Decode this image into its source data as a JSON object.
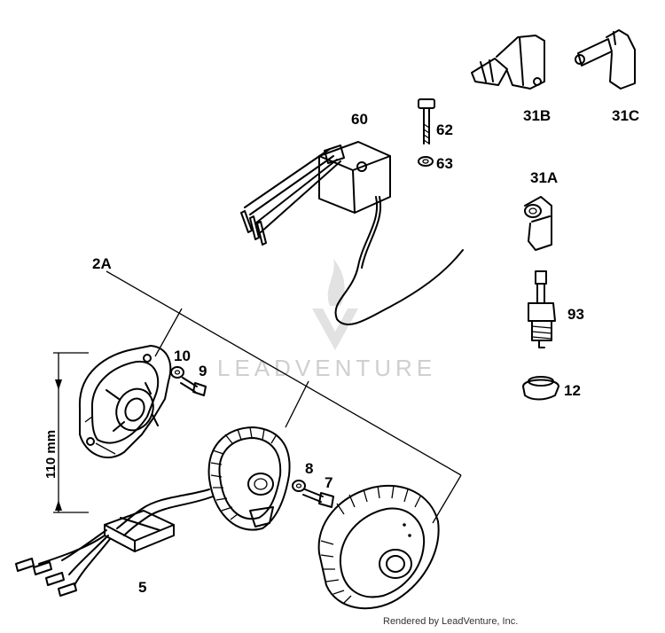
{
  "callouts": {
    "p2a": "2A",
    "p5": "5",
    "p7": "7",
    "p8": "8",
    "p9": "9",
    "p10": "10",
    "p12": "12",
    "p31a": "31A",
    "p31b": "31B",
    "p31c": "31C",
    "p60": "60",
    "p62": "62",
    "p63": "63",
    "p93": "93"
  },
  "dimension": {
    "text": "110 mm"
  },
  "watermark": {
    "text": "LEADVENTURE"
  },
  "credit": {
    "text": "Rendered by LeadVenture, Inc."
  }
}
